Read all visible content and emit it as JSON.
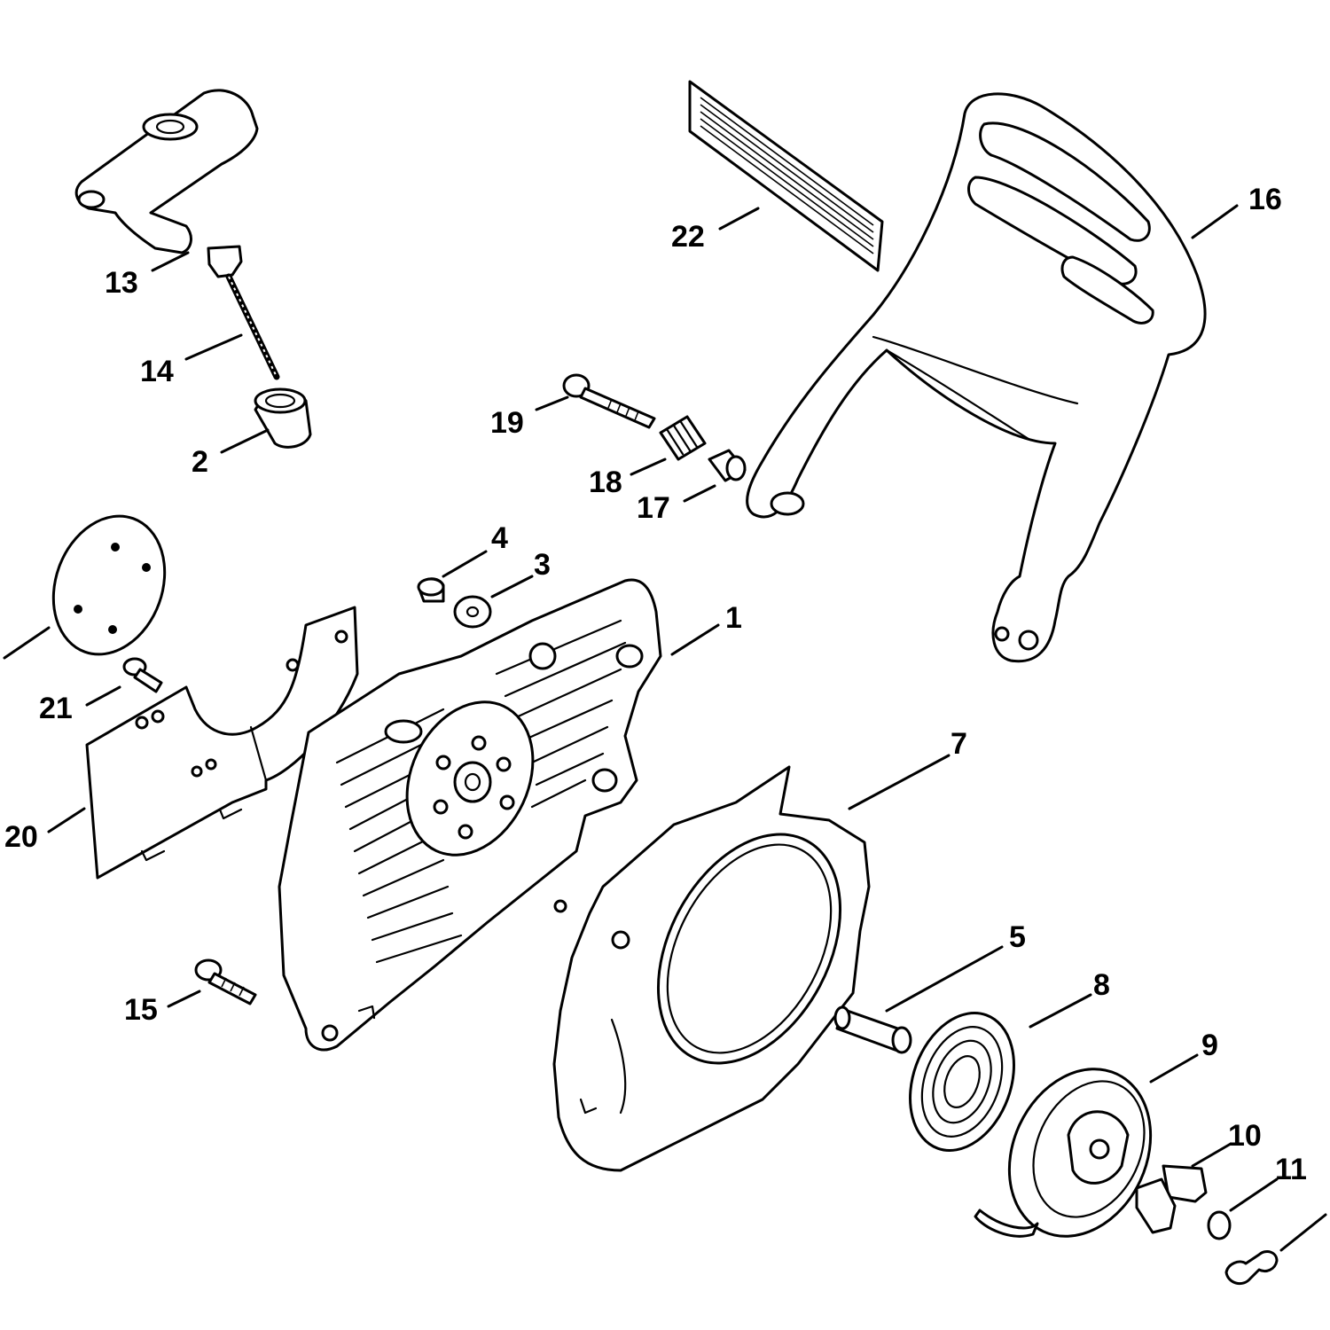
{
  "callouts": [
    {
      "id": "1",
      "label": "1"
    },
    {
      "id": "2",
      "label": "2"
    },
    {
      "id": "3",
      "label": "3"
    },
    {
      "id": "4",
      "label": "4"
    },
    {
      "id": "5",
      "label": "5"
    },
    {
      "id": "7",
      "label": "7"
    },
    {
      "id": "8",
      "label": "8"
    },
    {
      "id": "9",
      "label": "9"
    },
    {
      "id": "10",
      "label": "10"
    },
    {
      "id": "11",
      "label": "11"
    },
    {
      "id": "13",
      "label": "13"
    },
    {
      "id": "14",
      "label": "14"
    },
    {
      "id": "15",
      "label": "15"
    },
    {
      "id": "16",
      "label": "16"
    },
    {
      "id": "17",
      "label": "17"
    },
    {
      "id": "18",
      "label": "18"
    },
    {
      "id": "19",
      "label": "19"
    },
    {
      "id": "20",
      "label": "20"
    },
    {
      "id": "21",
      "label": "21"
    },
    {
      "id": "22",
      "label": "22"
    }
  ]
}
